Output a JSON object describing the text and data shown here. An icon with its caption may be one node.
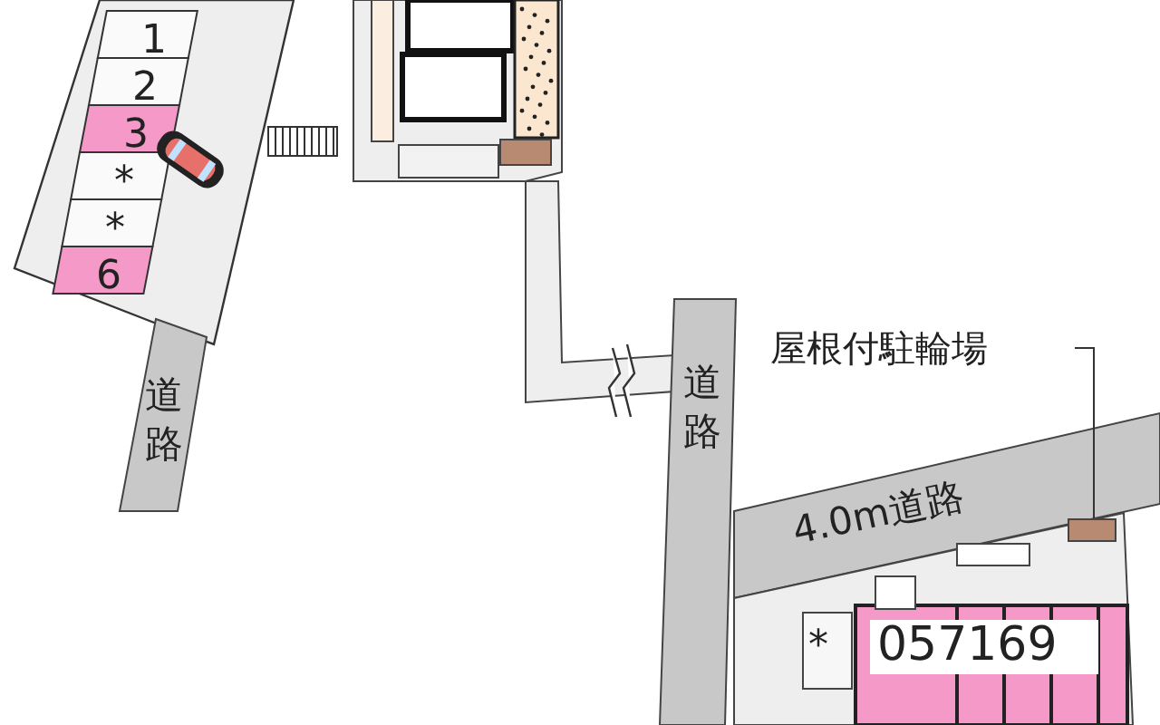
{
  "diagram": {
    "nodes": [
      {
        "text": [
          "屋根付駐輪場"
        ]
      },
      {
        "text": [],
        "shape": "box"
      }
    ],
    "edges": [
      {
        "from": 0,
        "to": 1,
        "arrow": "none"
      }
    ],
    "labels": [
      "1",
      "2",
      "3",
      "*",
      "*",
      "6",
      "道路",
      "道路",
      "4.0m道路",
      "*",
      "057169"
    ]
  }
}
